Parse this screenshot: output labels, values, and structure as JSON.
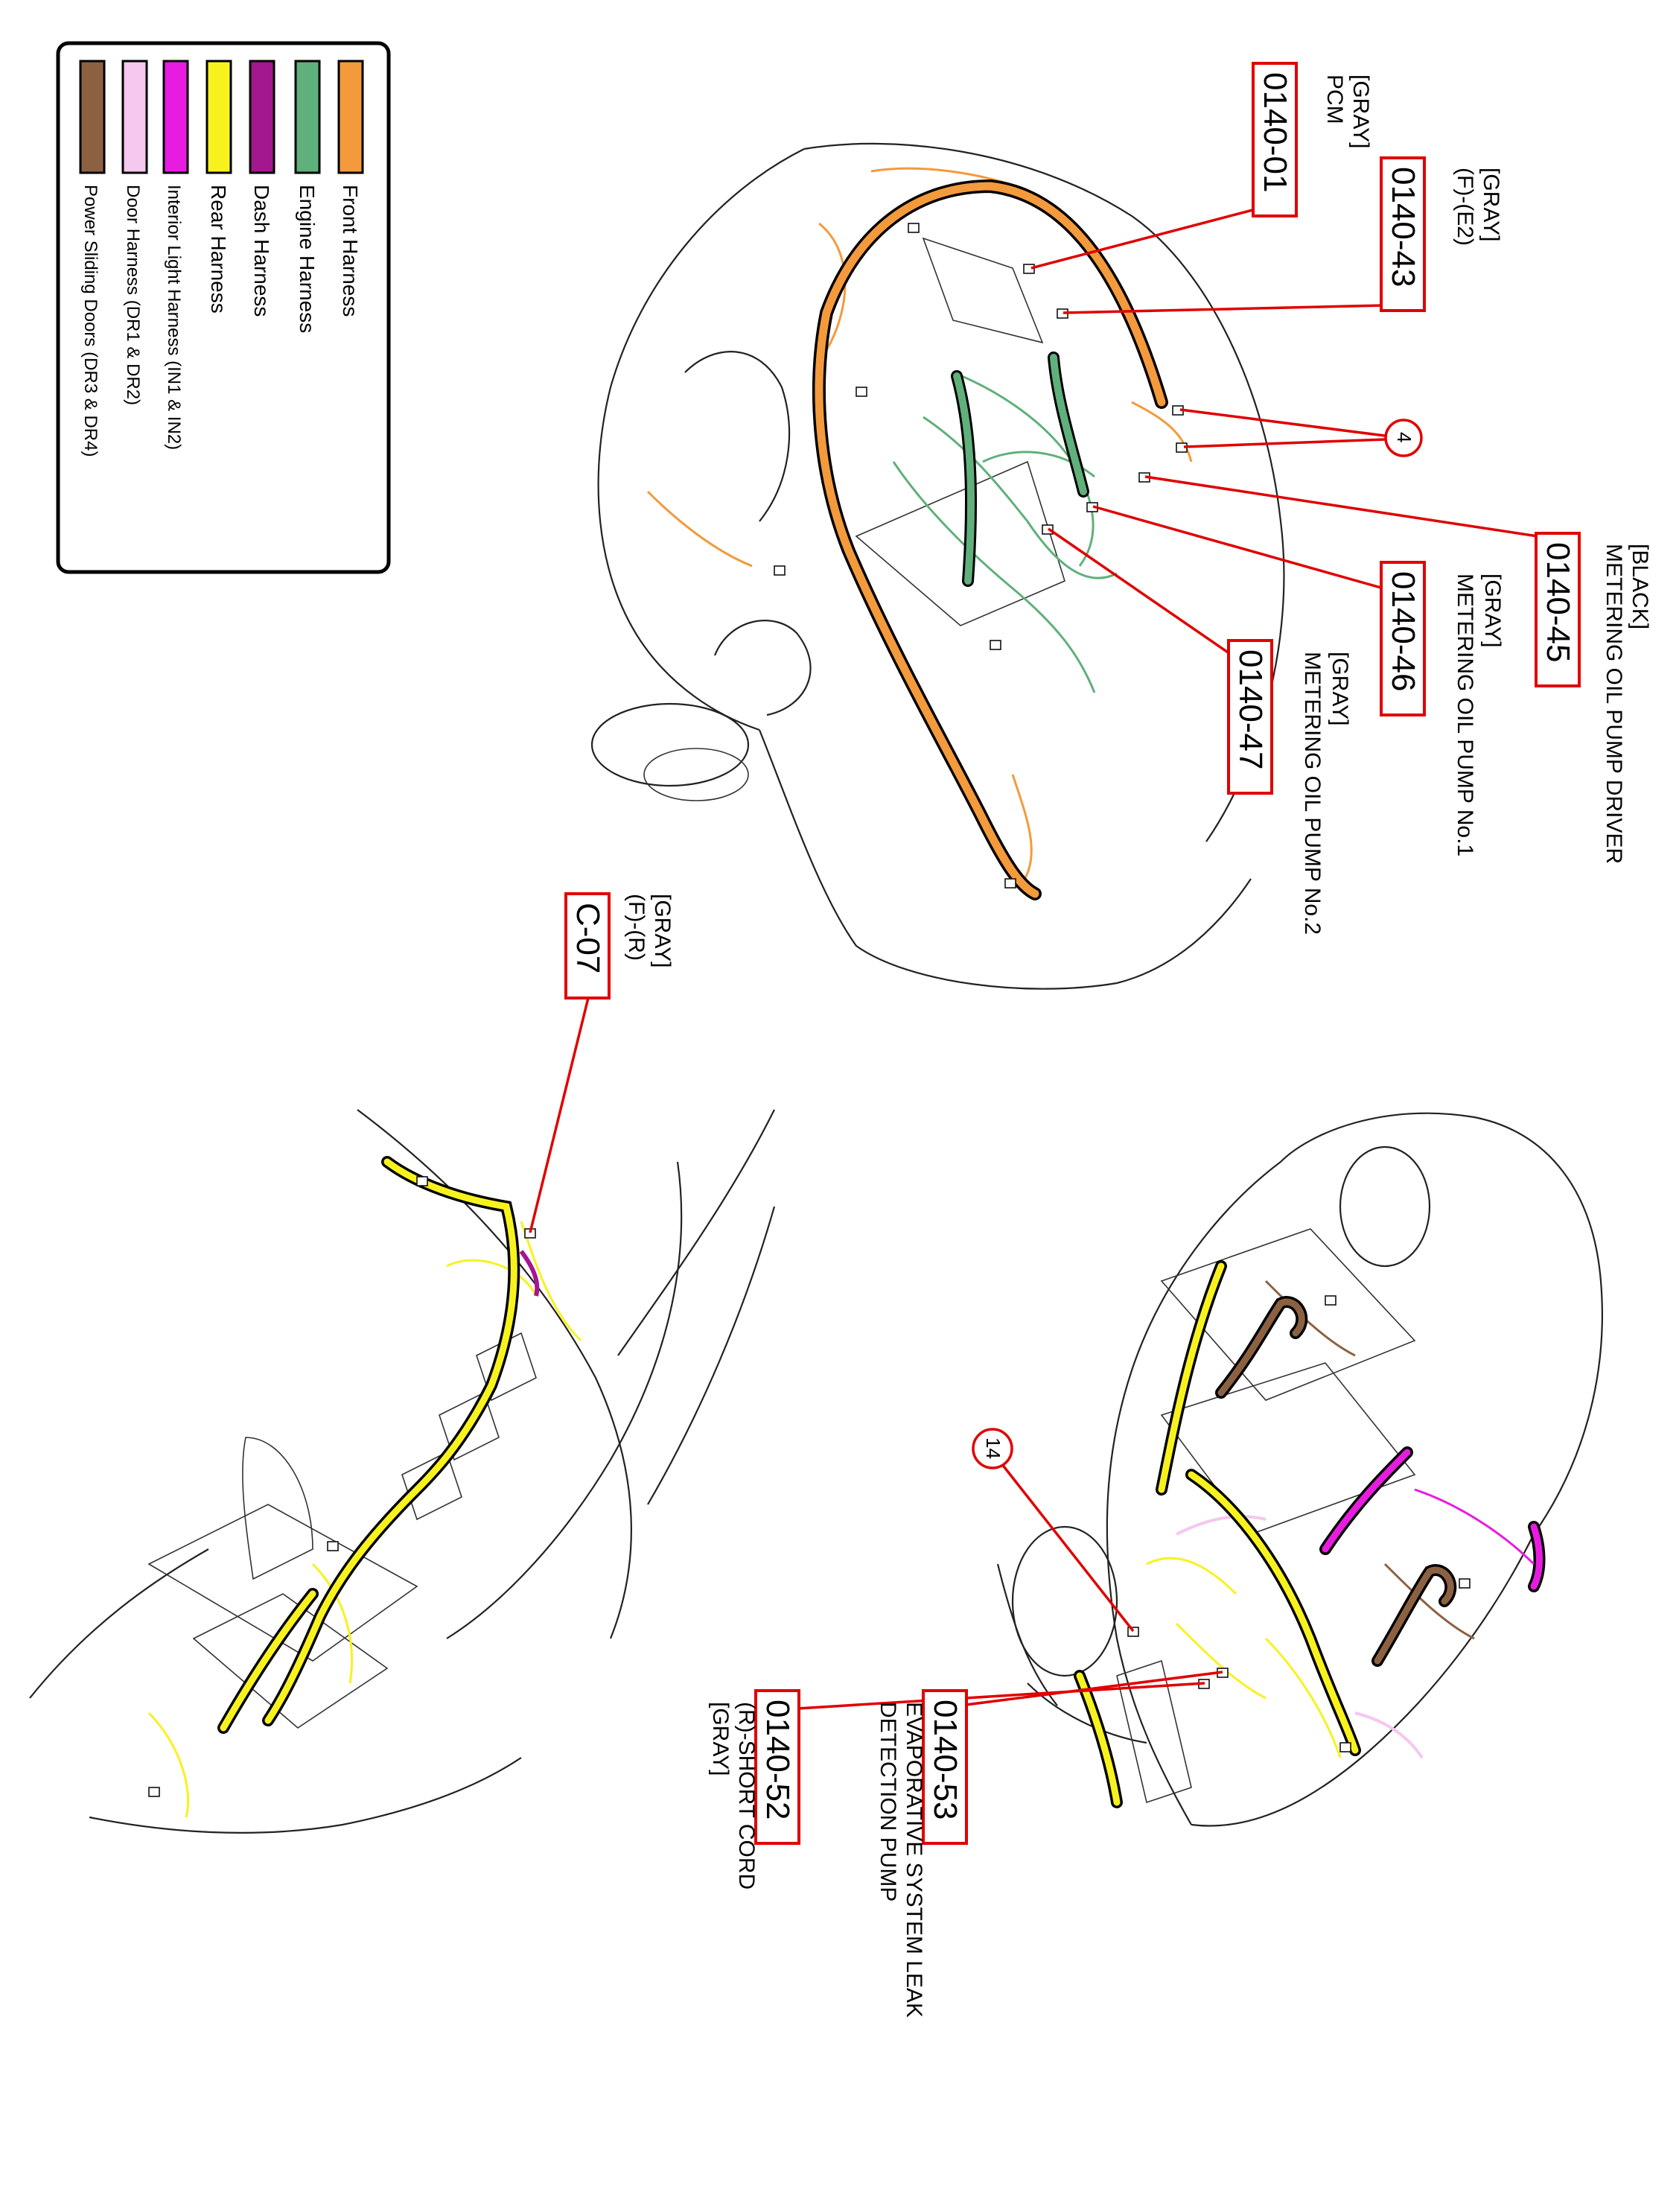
{
  "legend": {
    "items": [
      {
        "label": "Front Harness",
        "color": "#f39a3c"
      },
      {
        "label": "Engine Harness",
        "color": "#5fb07b"
      },
      {
        "label": "Dash Harness",
        "color": "#a3178f"
      },
      {
        "label": "Rear Harness",
        "color": "#f7f21e"
      },
      {
        "label": "Interior Light Harness (IN1 & IN2)",
        "color": "#e81ce0"
      },
      {
        "label": "Door Harness (DR1 & DR2)",
        "color": "#f6c7ef"
      },
      {
        "label": "Power Sliding Doors (DR3 & DR4)",
        "color": "#8b6142"
      }
    ]
  },
  "connectors": {
    "c014001": {
      "code": "0140-01",
      "color": "[GRAY]",
      "name": "PCM"
    },
    "c014043": {
      "code": "0140-43",
      "color": "[GRAY]",
      "name": "(F)-(E2)"
    },
    "c014045": {
      "code": "0140-45",
      "color": "[BLACK]",
      "name": "METERING OIL PUMP DRIVER"
    },
    "c014046": {
      "code": "0140-46",
      "color": "[GRAY]",
      "name": "METERING OIL PUMP No.1"
    },
    "c014047": {
      "code": "0140-47",
      "color": "[GRAY]",
      "name": "METERING OIL PUMP No.2"
    },
    "cC07": {
      "code": "C-07",
      "color": "[GRAY]",
      "name": "(F)-(R)"
    },
    "c014053": {
      "code": "0140-53",
      "line1": "EVAPORATIVE SYSTEM LEAK",
      "line2": "DETECTION PUMP"
    },
    "c014052": {
      "code": "0140-52",
      "name": "(R)-SHORT CORD",
      "color": "[GRAY]"
    }
  },
  "callouts": {
    "ground4": "4",
    "ground14": "14"
  }
}
